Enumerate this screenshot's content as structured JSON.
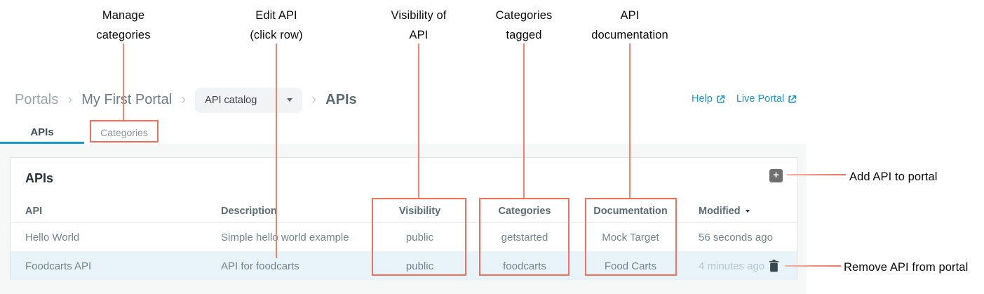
{
  "colors": {
    "annotation_red": "#f2705c",
    "link_blue": "#1b95ce",
    "tab_underline_blue": "#1b95ce",
    "row_highlight": "#e7f3f9",
    "add_button_gray": "#6f6f6f"
  },
  "callouts": {
    "top": [
      {
        "text": "Manage\ncategories"
      },
      {
        "text": "Edit API\n(click row)"
      },
      {
        "text": "Visibility of\nAPI"
      },
      {
        "text": "Categories\ntagged"
      },
      {
        "text": "API\ndocumentation"
      }
    ],
    "right": [
      {
        "text": "Add API to portal"
      },
      {
        "text": "Remove API from portal"
      }
    ]
  },
  "breadcrumb": {
    "separator": "›",
    "items": [
      "Portals",
      "My First Portal"
    ],
    "dropdown": {
      "value": "API catalog"
    },
    "current": "APIs"
  },
  "header_links": [
    {
      "label": "Help"
    },
    {
      "label": "Live Portal"
    }
  ],
  "tabs": [
    {
      "label": "APIs",
      "active": true
    },
    {
      "label": "Categories",
      "active": false
    }
  ],
  "panel": {
    "title": "APIs",
    "add_icon": "+"
  },
  "table": {
    "columns": [
      "API",
      "Description",
      "Visibility",
      "Categories",
      "Documentation",
      "Modified"
    ],
    "sort_column": "Modified",
    "sort_direction": "desc",
    "rows": [
      {
        "api": "Hello World",
        "description": "Simple hello world example",
        "visibility": "public",
        "categories": "getstarted",
        "documentation": "Mock Target",
        "modified": "56 seconds ago",
        "highlighted": false
      },
      {
        "api": "Foodcarts API",
        "description": "API for foodcarts",
        "visibility": "public",
        "categories": "foodcarts",
        "documentation": "Food Carts",
        "modified": "4 minutes ago",
        "highlighted": true
      }
    ]
  }
}
